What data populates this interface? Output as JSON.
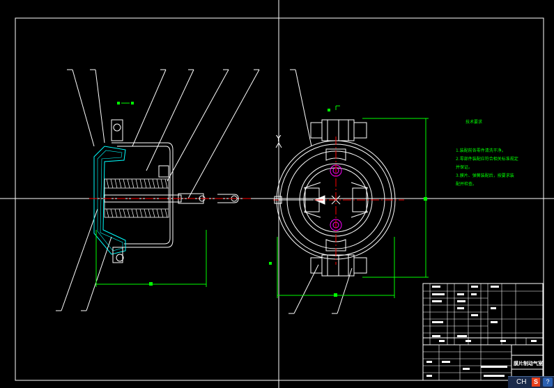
{
  "drawing": {
    "section_label": "",
    "axis_y_label": "Y",
    "tech_notes": {
      "title": "技术要求",
      "lines": [
        "1.装配前各零件清洗干净。",
        "2.零部件装配应符合相关标准规定",
        "  并保证。",
        "3.膜片、弹簧装配后，按要求装",
        "  配并检查。"
      ]
    },
    "title_block": {
      "drawing_name": "膜片制动气室"
    }
  },
  "taskbar": {
    "ime_label": "CH",
    "ime_icon": "S",
    "help_label": "?"
  },
  "colors": {
    "background": "#000000",
    "frame": "#ffffff",
    "dimension": "#00ff00",
    "part_outline": "#ffffff",
    "centerline": "#ff0000",
    "accent_magenta": "#ff00ff",
    "section_fill": "#00ffff"
  }
}
